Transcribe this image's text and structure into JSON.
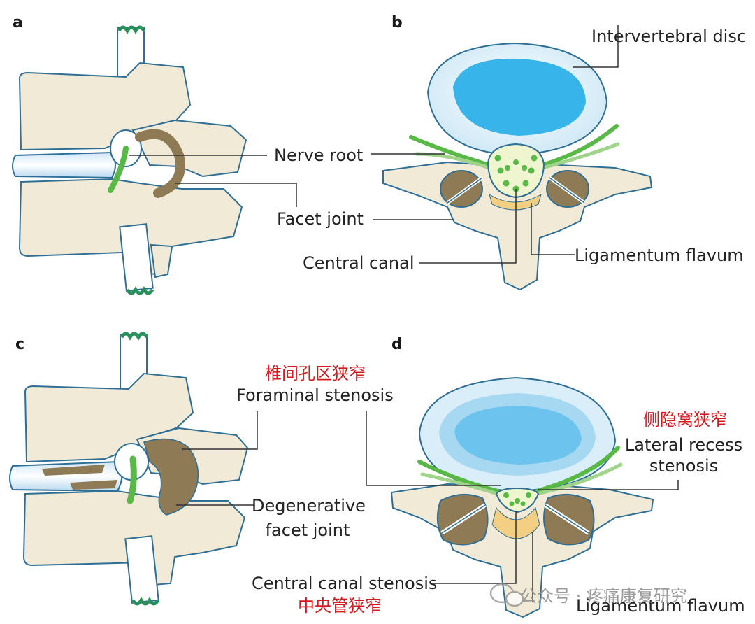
{
  "panels": {
    "a": "a",
    "b": "b",
    "c": "c",
    "d": "d"
  },
  "labels": {
    "nerve_root": "Nerve root",
    "facet_joint": "Facet joint",
    "intervertebral_disc": "Intervertebral disc",
    "central_canal": "Central canal",
    "ligamentum_flavum_b": "Ligamentum flavum",
    "foraminal_stenosis_cn": "椎间孔区狭窄",
    "foraminal_stenosis": "Foraminal stenosis",
    "degenerative_facet_1": "Degenerative",
    "degenerative_facet_2": "facet joint",
    "lateral_recess_cn": "侧隐窝狭窄",
    "lateral_recess_1": "Lateral recess",
    "lateral_recess_2": "stenosis",
    "central_canal_stenosis": "Central canal stenosis",
    "central_canal_stenosis_cn": "中央管狭窄",
    "ligamentum_flavum_d": "Ligamentum flavum"
  },
  "watermark": "公众号 · 疼痛康复研究",
  "colors": {
    "bone": "#f1ead6",
    "outline": "#2f6f95",
    "disc_outer": "#d9eef8",
    "disc_inner": "#37b4ea",
    "nerve": "#58b947",
    "facet": "#8e7a55",
    "ligament": "#f2cf83",
    "red_text": "#d7191f"
  }
}
